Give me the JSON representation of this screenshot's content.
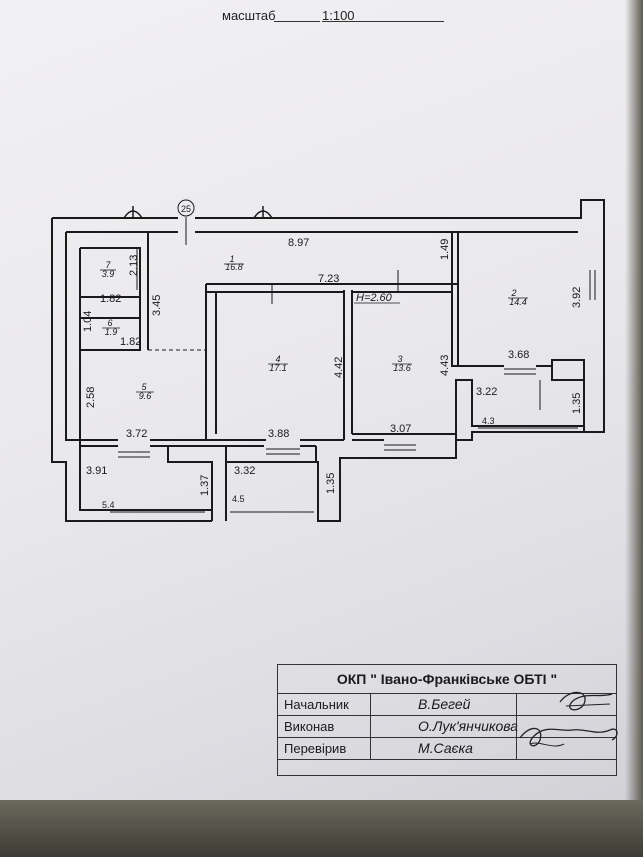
{
  "header": {
    "scale_label": "масштаб",
    "scale_value": "1:100"
  },
  "plan": {
    "axis_mark": "25",
    "height_mark": "H=2.60",
    "rooms": [
      {
        "number": "1",
        "area": "16.8"
      },
      {
        "number": "2",
        "area": "14.4"
      },
      {
        "number": "3",
        "area": "13.6"
      },
      {
        "number": "4",
        "area": "17.1"
      },
      {
        "number": "5",
        "area": "9.6"
      },
      {
        "number": "6",
        "area": "1.9"
      },
      {
        "number": "7",
        "area": "3.9"
      }
    ],
    "dimensions": [
      "8.97",
      "7.23",
      "1.49",
      "2.13",
      "1.82",
      "3.45",
      "1.04",
      "1.82",
      "2.58",
      "4.42",
      "4.43",
      "3.92",
      "3.68",
      "3.22",
      "1.35",
      "4.3",
      "3.72",
      "3.88",
      "3.07",
      "3.91",
      "1.37",
      "3.32",
      "1.35",
      "5.4",
      "4.5"
    ]
  },
  "stamp": {
    "org": "ОКП \" Івано-Франківське ОБТІ \"",
    "rows": [
      {
        "role": "Начальник",
        "name": "В.Бегей"
      },
      {
        "role": "Виконав",
        "name": "О.Лук'янчикова"
      },
      {
        "role": "Перевірив",
        "name": "М.Саєка"
      }
    ]
  }
}
